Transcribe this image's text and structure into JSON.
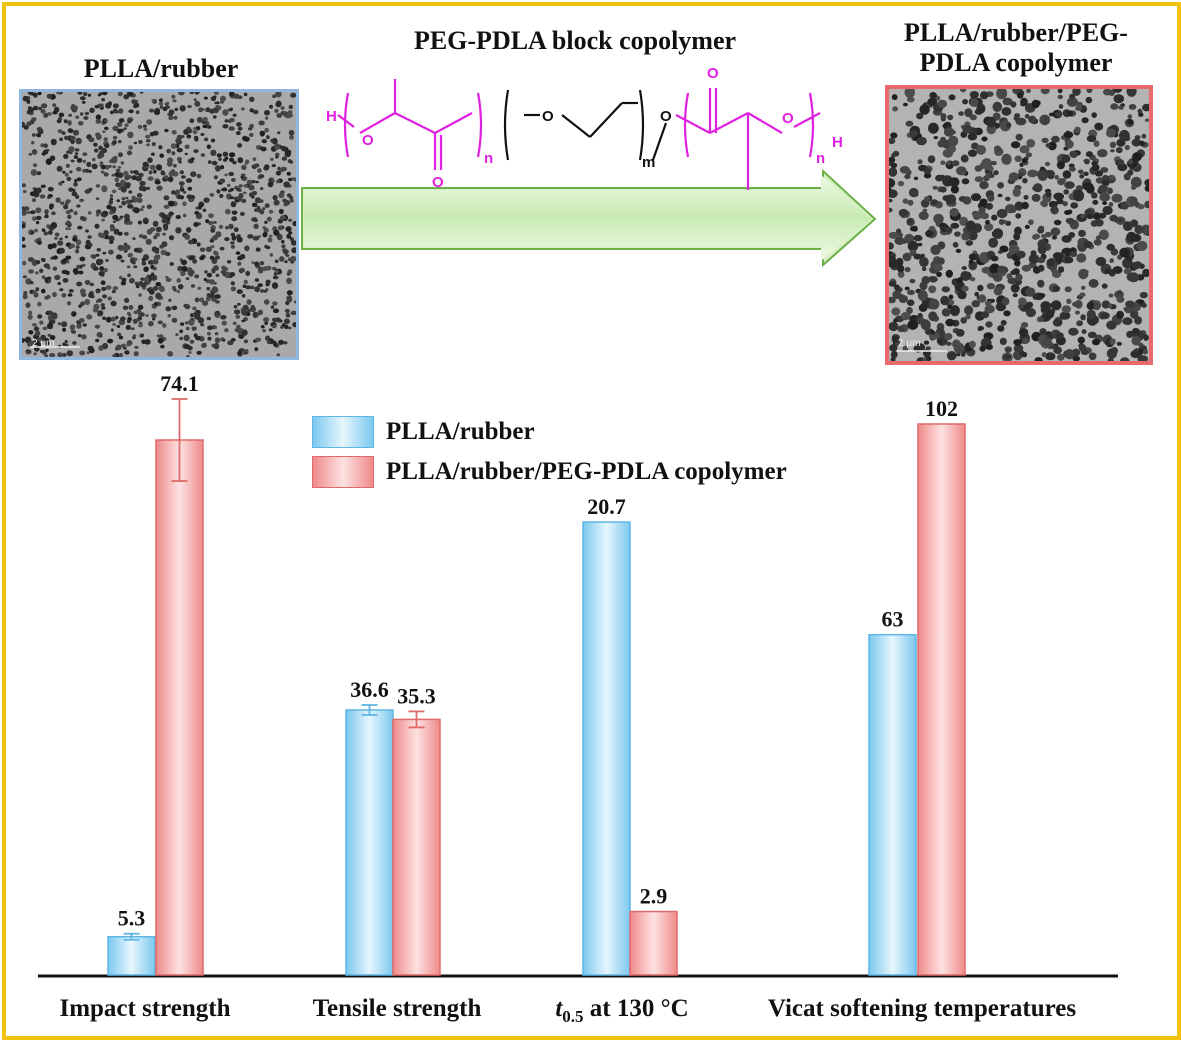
{
  "figure": {
    "left_image_title": "PLLA/rubber",
    "right_image_title": "PLLA/rubber/PEG-PDLA copolymer",
    "copolymer_title": "PEG-PDLA block copolymer",
    "scale_bar_label": "2 μm",
    "structure_atoms": {
      "h": "H",
      "o": "O",
      "n": "n",
      "m": "m"
    },
    "colors": {
      "frame": "#f2c20f",
      "structure": "#e020e0",
      "arrow_fill": "#d6f0c4",
      "arrow_stroke": "#6cb04a",
      "left_border": "#8fb8e0",
      "right_border": "#e86a6a"
    }
  },
  "chart_data": {
    "type": "bar",
    "categories": [
      "Impact strength",
      "Tensile strength",
      "t0.5 at 130 °C",
      "Vicat softening temperatures"
    ],
    "category_labels": [
      {
        "main": "Impact strength"
      },
      {
        "main": "Tensile strength"
      },
      {
        "italic": "t",
        "sub": "0.5",
        "main": " at 130 °C"
      },
      {
        "main": "Vicat softening temperatures"
      }
    ],
    "series": [
      {
        "name": "PLLA/rubber",
        "values": [
          5.3,
          36.6,
          20.7,
          63
        ],
        "labels": [
          "5.3",
          "36.6",
          "20.7",
          "63"
        ],
        "error_bars": [
          true,
          true,
          false,
          false
        ],
        "color": "#8fd3f4"
      },
      {
        "name": "PLLA/rubber/PEG-PDLA copolymer",
        "values": [
          74.1,
          35.3,
          2.9,
          102
        ],
        "labels": [
          "74.1",
          "35.3",
          "2.9",
          "102"
        ],
        "error_bars": [
          true,
          true,
          false,
          false
        ],
        "color": "#f49a9a"
      }
    ],
    "legend_position": "top-center",
    "grid": false,
    "axes": "independent per category"
  }
}
